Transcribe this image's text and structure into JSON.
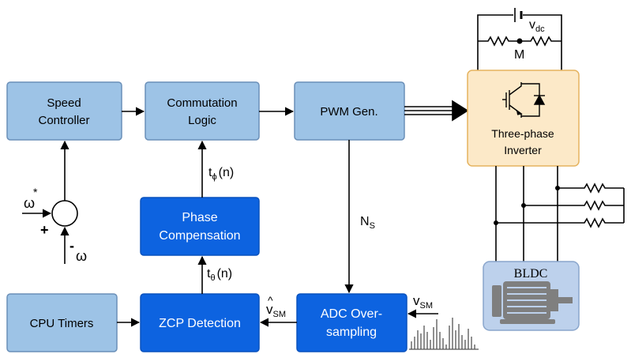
{
  "blocks": {
    "speed_controller": [
      "Speed",
      "Controller"
    ],
    "commutation_logic": [
      "Commutation",
      "Logic"
    ],
    "pwm_gen": "PWM Gen.",
    "phase_compensation": [
      "Phase",
      "Compensation"
    ],
    "cpu_timers": "CPU Timers",
    "zcp_detection": "ZCP Detection",
    "adc_oversampling": [
      "ADC Over-",
      "sampling"
    ],
    "inverter": [
      "Three-phase",
      "Inverter"
    ],
    "motor": "BLDC"
  },
  "signals": {
    "omega_ref": "ω",
    "omega_ref_sup": "*",
    "omega": "ω",
    "plus": "+",
    "minus": "-",
    "t_phi_base": "t",
    "t_phi_sub": "ϕ",
    "t_phi_arg": "(n)",
    "t_theta_base": "t",
    "t_theta_sub": "θ",
    "t_theta_arg": "(n)",
    "ns_base": "N",
    "ns_sub": "S",
    "vsm_hat_base": "v",
    "vsm_hat_sub": "SM",
    "vsm_hat_accent": "^",
    "vsm_base": "v",
    "vsm_sub": "SM",
    "vdc_base": "v",
    "vdc_sub": "dc",
    "midpoint": "M"
  },
  "colors": {
    "light_block_fill": "#9dc3e6",
    "light_block_stroke": "#6a8fb8",
    "dark_block_fill": "#0d63e0",
    "inverter_fill": "#fce9c8",
    "inverter_stroke": "#e5b35f",
    "motor_fill": "#bdd1ec",
    "line": "#000000"
  }
}
